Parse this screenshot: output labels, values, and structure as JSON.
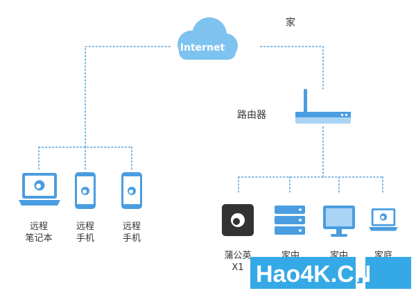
{
  "colors": {
    "cloud": "#7ec3ef",
    "line": "#7fb7e3",
    "device": "#4a9de0",
    "device_light": "#a9d4f5",
    "dark_device": "#333333",
    "watermark_bg": "#35a9e6",
    "watermark_text": "#ffffff"
  },
  "cloud": {
    "label": "Internet",
    "icon": "cloud-icon"
  },
  "home": {
    "label": "家"
  },
  "router": {
    "label": "路由器",
    "icon": "router-icon"
  },
  "remote_devices": [
    {
      "lines": [
        "远程",
        "笔记本"
      ],
      "icon": "laptop-icon"
    },
    {
      "lines": [
        "远程",
        "手机"
      ],
      "icon": "smartphone-icon"
    },
    {
      "lines": [
        "远程",
        "手机"
      ],
      "icon": "smartphone-icon"
    }
  ],
  "home_devices": [
    {
      "lines": [
        "蒲公英",
        "X1"
      ],
      "icon": "box-icon"
    },
    {
      "lines": [
        "家中"
      ],
      "icon": "server-icon"
    },
    {
      "lines": [
        "家中"
      ],
      "icon": "monitor-icon"
    },
    {
      "lines": [
        "家庭"
      ],
      "icon": "laptop-icon"
    }
  ],
  "watermark": {
    "text": "Hao4K.CN"
  }
}
